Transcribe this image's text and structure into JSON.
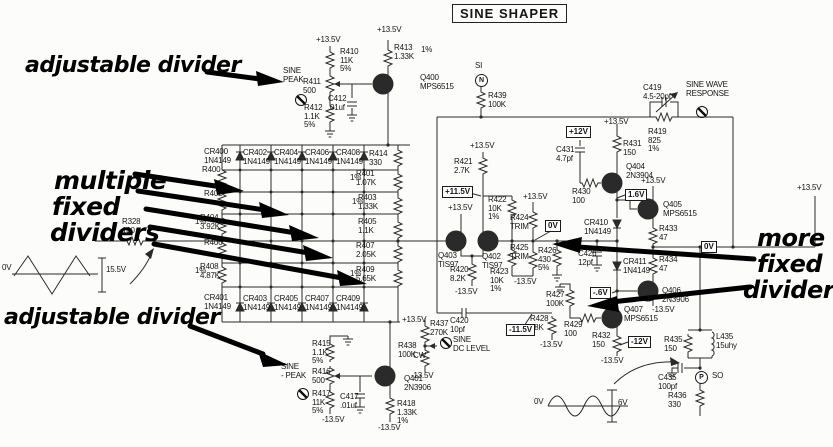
{
  "title": "SINE SHAPER",
  "annotations": {
    "top_left": "adjustable divider",
    "mid": [
      "multiple",
      "fixed",
      "dividers"
    ],
    "bottom_left": "adjustable divider",
    "right": [
      "more",
      "fixed",
      "dividers"
    ]
  },
  "adjustments": {
    "sine_peak": "SINE\nPEAK",
    "sine_minus_peak": "SINE\n- PEAK",
    "sine_wave_response": "SINE WAVE\nRESPONSE",
    "sine_dc_level": "SINE\nDC LEVEL"
  },
  "boxes": {
    "b12": "+12V",
    "b115": "+11.5V",
    "b0": "0V",
    "b16": "1.6V",
    "bm06": "-.6V",
    "bm115": "-11.5V",
    "bm12": "-12V"
  },
  "c": {
    "p135": "+13.5V",
    "m135": "-13.5V",
    "cw": "CW",
    "tol": "1%",
    "r410": "R410\n11K\n5%",
    "r411": "R411\n500",
    "r412": "R412\n1.1K\n5%",
    "c412": "C412\n.01uf",
    "r413": "R413\n1.33K",
    "q400": "Q400\nMPS6515",
    "si": "SI",
    "n": "N",
    "r439": "R439\n100K",
    "c419": "C419\n4.5-20pf",
    "r419": "R419\n825\n1%",
    "c431": "C431\n4.7pf",
    "r431": "R431\n150",
    "q404": "Q404\n2N3904",
    "r430": "R430\n100",
    "q405": "Q405\nMPS6515",
    "cr410": "CR410\n1N4149",
    "r433": "R433\n47",
    "c426": "C426\n12pf",
    "cr411": "CR411\n1N4149",
    "r434": "R434\n47",
    "q406": "Q406\n2N3906",
    "r427": "R427\n100K",
    "r421": "R421\n2.7K",
    "r422": "R422\n10K\n1%",
    "r424": "R424\nTRIM",
    "r425": "R425\nTRIM",
    "r426": "R426\n430\n5%",
    "q403": "Q403\nTIS97",
    "q402": "Q402\nTIS97",
    "r420": "R420\n8.2K",
    "r423": "R423\n10K\n1%",
    "cr400": "CR400\n1N4149",
    "cr402": "CR402\n1N4149",
    "cr404": "CR404\n1N4149",
    "cr406": "CR406\n1N4149",
    "cr408": "CR408\n1N4149",
    "r414": "R414\n330",
    "cr401": "CR401\n1N4149",
    "cr403": "CR403\n1N4149",
    "cr405": "CR405\n1N4149",
    "cr407": "CR407\n1N4149",
    "cr409": "CR409\n1N4149",
    "r400": "R400",
    "r402": "R402",
    "r404": "R404\n3.92K",
    "r406": "R406",
    "r408": "R408\n4.87K",
    "r401": "R401\n1.07K",
    "r403": "R403\n1.33K",
    "r405": "R405\n1.1K",
    "r407": "R407\n2.05K",
    "r409": "R409\n5.65K",
    "r328": "R328\n100",
    "ov": "0V",
    "v155": "15.5V",
    "v6": "6V",
    "r415": "R415\n1.1K\n5%",
    "r416": "R416\n500",
    "r417": "R417\n11K\n5%",
    "c417": "C417\n.01uf",
    "q401": "Q401\n2N3906",
    "r418": "R418\n1.33K\n1%",
    "r437": "R437\n270K",
    "r438": "R438\n100K",
    "c420": "C420\n10pf",
    "r428": "R428\n18K",
    "r429": "R429\n100",
    "q407": "Q407",
    "q407_type": "MPS6515",
    "r432": "R432\n150",
    "r435": "R435\n150",
    "l435": "L435\n15uhy",
    "c435": "C435\n100pf",
    "r436": "R436\n330",
    "so": "SO",
    "p": "P"
  }
}
